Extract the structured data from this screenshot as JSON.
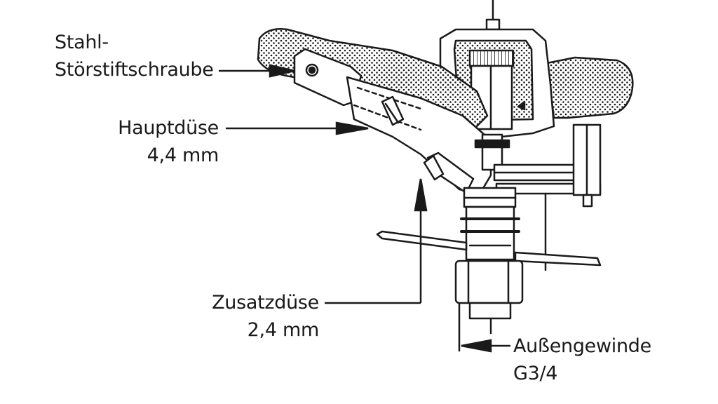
{
  "labels": {
    "stahl_line1": "Stahl-",
    "stahl_line2": "Störstiftschraube",
    "hauptduse_line1": "Hauptdüse",
    "hauptduse_line2": "4,4 mm",
    "zusatzduse_line1": "Zusatzdüse",
    "zusatzduse_line2": "2,4 mm",
    "aussen_line1": "Außengewinde",
    "aussen_line2": "G3/4"
  },
  "colors": {
    "line": "#1a1a1a",
    "fill": "#ffffff",
    "stipple": "#1a1a1a"
  }
}
